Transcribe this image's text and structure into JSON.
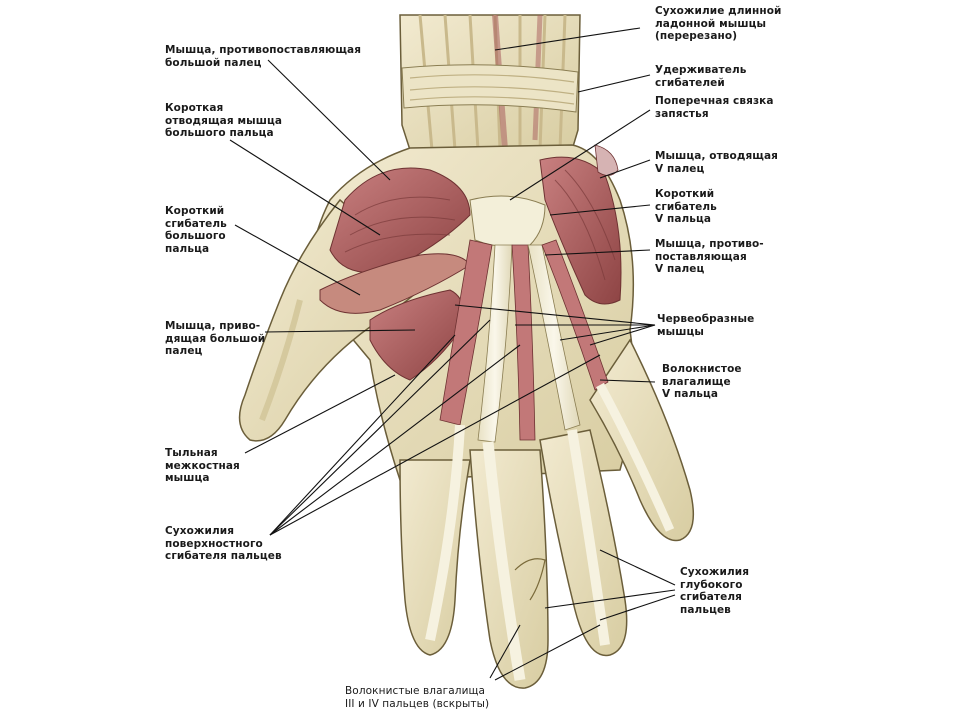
{
  "labels": {
    "opponens_pollicis": [
      "Мышца, противопоставляющая",
      "большой палец"
    ],
    "abductor_pollicis_brevis": [
      "Короткая",
      "отводящая мышца",
      "большого пальца"
    ],
    "flexor_pollicis_brevis": [
      "Короткий",
      "сгибатель",
      "большого",
      "пальца"
    ],
    "adductor_pollicis": [
      "Мышца, приво-",
      "дящая большой",
      "палец"
    ],
    "dorsal_interosseous": [
      "Тыльная",
      "межкостная",
      "мышца"
    ],
    "superficial_flexor_tendons": [
      "Сухожилия",
      "поверхностного",
      "сгибателя пальцев"
    ],
    "palmaris_longus_tendon": [
      "Сухожилие длинной",
      "ладонной мышцы",
      "(перерезано)"
    ],
    "flexor_retinaculum": [
      "Удерживатель",
      "сгибателей"
    ],
    "transverse_carpal_ligament": [
      "Поперечная связка",
      "запястья"
    ],
    "abductor_digiti_minimi": [
      "Мышца, отводящая",
      "V палец"
    ],
    "flexor_digiti_minimi_brevis": [
      "Короткий",
      "сгибатель",
      "V пальца"
    ],
    "opponens_digiti_minimi": [
      "Мышца, противо-",
      "поставляющая",
      "V палец"
    ],
    "lumbricals": [
      "Червеобразные",
      "мышцы"
    ],
    "fibrous_sheath_v": [
      "Волокнистое",
      "влагалище",
      "V пальца"
    ],
    "deep_flexor_tendons": [
      "Сухожилия",
      "глубокого",
      "сгибателя",
      "пальцев"
    ],
    "fibrous_sheaths_iii_iv": [
      "Волокнистые влагалища",
      "III и IV пальцев (вскрыты)"
    ]
  },
  "colors": {
    "skin": "#efe6c8",
    "skin_shade": "#d9cfa6",
    "tendon": "#f3efd9",
    "muscle": "#b86a6a",
    "muscle_dark": "#8e4444",
    "outline": "#6b5e3a",
    "leader": "#111111"
  }
}
